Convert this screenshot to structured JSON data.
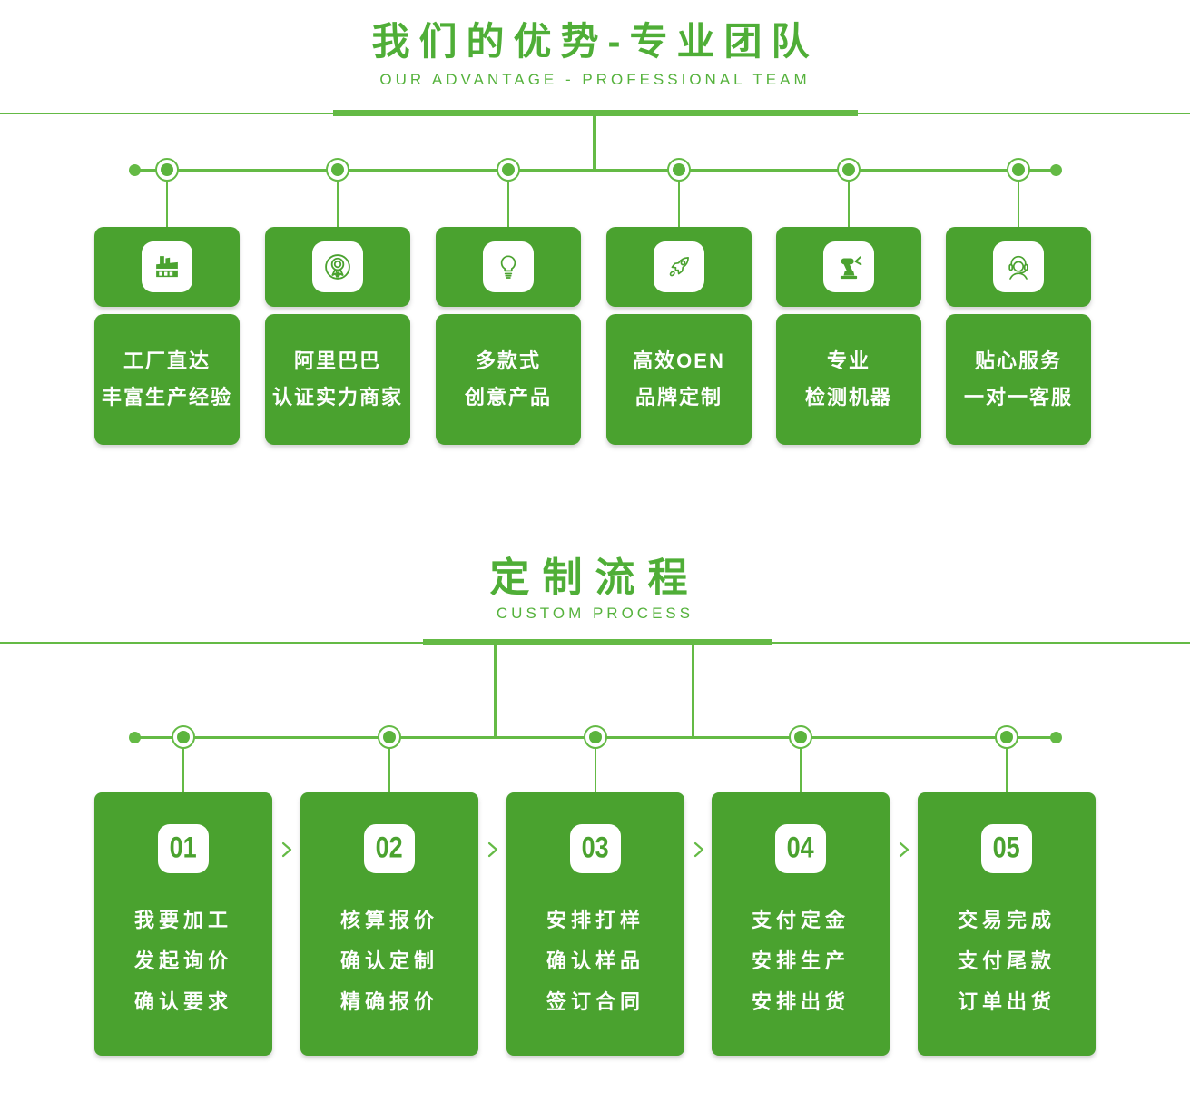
{
  "colors": {
    "card_green": "#4aa22f",
    "connector_green": "#64ba45",
    "title_green": "#4fae37",
    "text_white": "#ffffff"
  },
  "advantage": {
    "title": "我们的优势-专业团队",
    "subtitle": "OUR ADVANTAGE - PROFESSIONAL TEAM",
    "items": [
      {
        "icon": "factory-icon",
        "line1": "工厂直达",
        "line2": "丰富生产经验"
      },
      {
        "icon": "medal-icon",
        "line1": "阿里巴巴",
        "line2": "认证实力商家"
      },
      {
        "icon": "lightbulb-icon",
        "line1": "多款式",
        "line2": "创意产品"
      },
      {
        "icon": "rocket-icon",
        "line1": "高效OEN",
        "line2": "品牌定制"
      },
      {
        "icon": "robot-arm-icon",
        "line1": "专业",
        "line2": "检测机器"
      },
      {
        "icon": "customer-service-icon",
        "line1": "贴心服务",
        "line2": "一对一客服"
      }
    ]
  },
  "process": {
    "title": "定制流程",
    "subtitle": "CUSTOM PROCESS",
    "steps": [
      {
        "number": "01",
        "lines": [
          "我要加工",
          "发起询价",
          "确认要求"
        ]
      },
      {
        "number": "02",
        "lines": [
          "核算报价",
          "确认定制",
          "精确报价"
        ]
      },
      {
        "number": "03",
        "lines": [
          "安排打样",
          "确认样品",
          "签订合同"
        ]
      },
      {
        "number": "04",
        "lines": [
          "支付定金",
          "安排生产",
          "安排出货"
        ]
      },
      {
        "number": "05",
        "lines": [
          "交易完成",
          "支付尾款",
          "订单出货"
        ]
      }
    ]
  }
}
